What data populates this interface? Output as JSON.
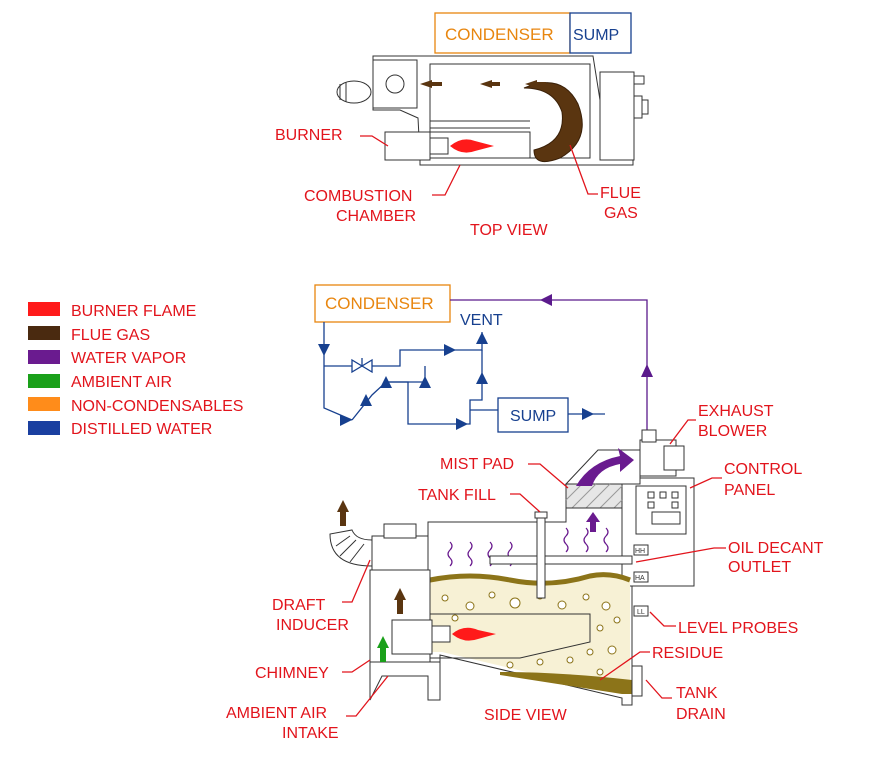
{
  "top_view": {
    "condenser": "CONDENSER",
    "sump": "SUMP",
    "burner": "BURNER",
    "combustion_1": "COMBUSTION",
    "combustion_2": "CHAMBER",
    "flue_1": "FLUE",
    "flue_2": "GAS",
    "caption": "TOP VIEW"
  },
  "legend": [
    {
      "label": "BURNER FLAME",
      "color": "#ff1a1a"
    },
    {
      "label": "FLUE GAS",
      "color": "#4a2a10"
    },
    {
      "label": "WATER VAPOR",
      "color": "#6a1b8f"
    },
    {
      "label": "AMBIENT AIR",
      "color": "#1aa01a"
    },
    {
      "label": "NON-CONDENSABLES",
      "color": "#ff8c1a"
    },
    {
      "label": "DISTILLED WATER",
      "color": "#1a3fa0"
    }
  ],
  "side_view": {
    "condenser": "CONDENSER",
    "vent": "VENT",
    "sump": "SUMP",
    "exhaust_1": "EXHAUST",
    "exhaust_2": "BLOWER",
    "mist_pad": "MIST PAD",
    "control_1": "CONTROL",
    "control_2": "PANEL",
    "tank_fill": "TANK FILL",
    "oil_1": "OIL DECANT",
    "oil_2": "OUTLET",
    "draft_1": "DRAFT",
    "draft_2": "INDUCER",
    "level_probes": "LEVEL PROBES",
    "residue": "RESIDUE",
    "chimney": "CHIMNEY",
    "tank_1": "TANK",
    "tank_2": "DRAIN",
    "ambient_1": "AMBIENT AIR",
    "ambient_2": "INTAKE",
    "caption": "SIDE VIEW",
    "probe_hh": "HH",
    "probe_ha": "HA",
    "probe_ll": "LL"
  }
}
